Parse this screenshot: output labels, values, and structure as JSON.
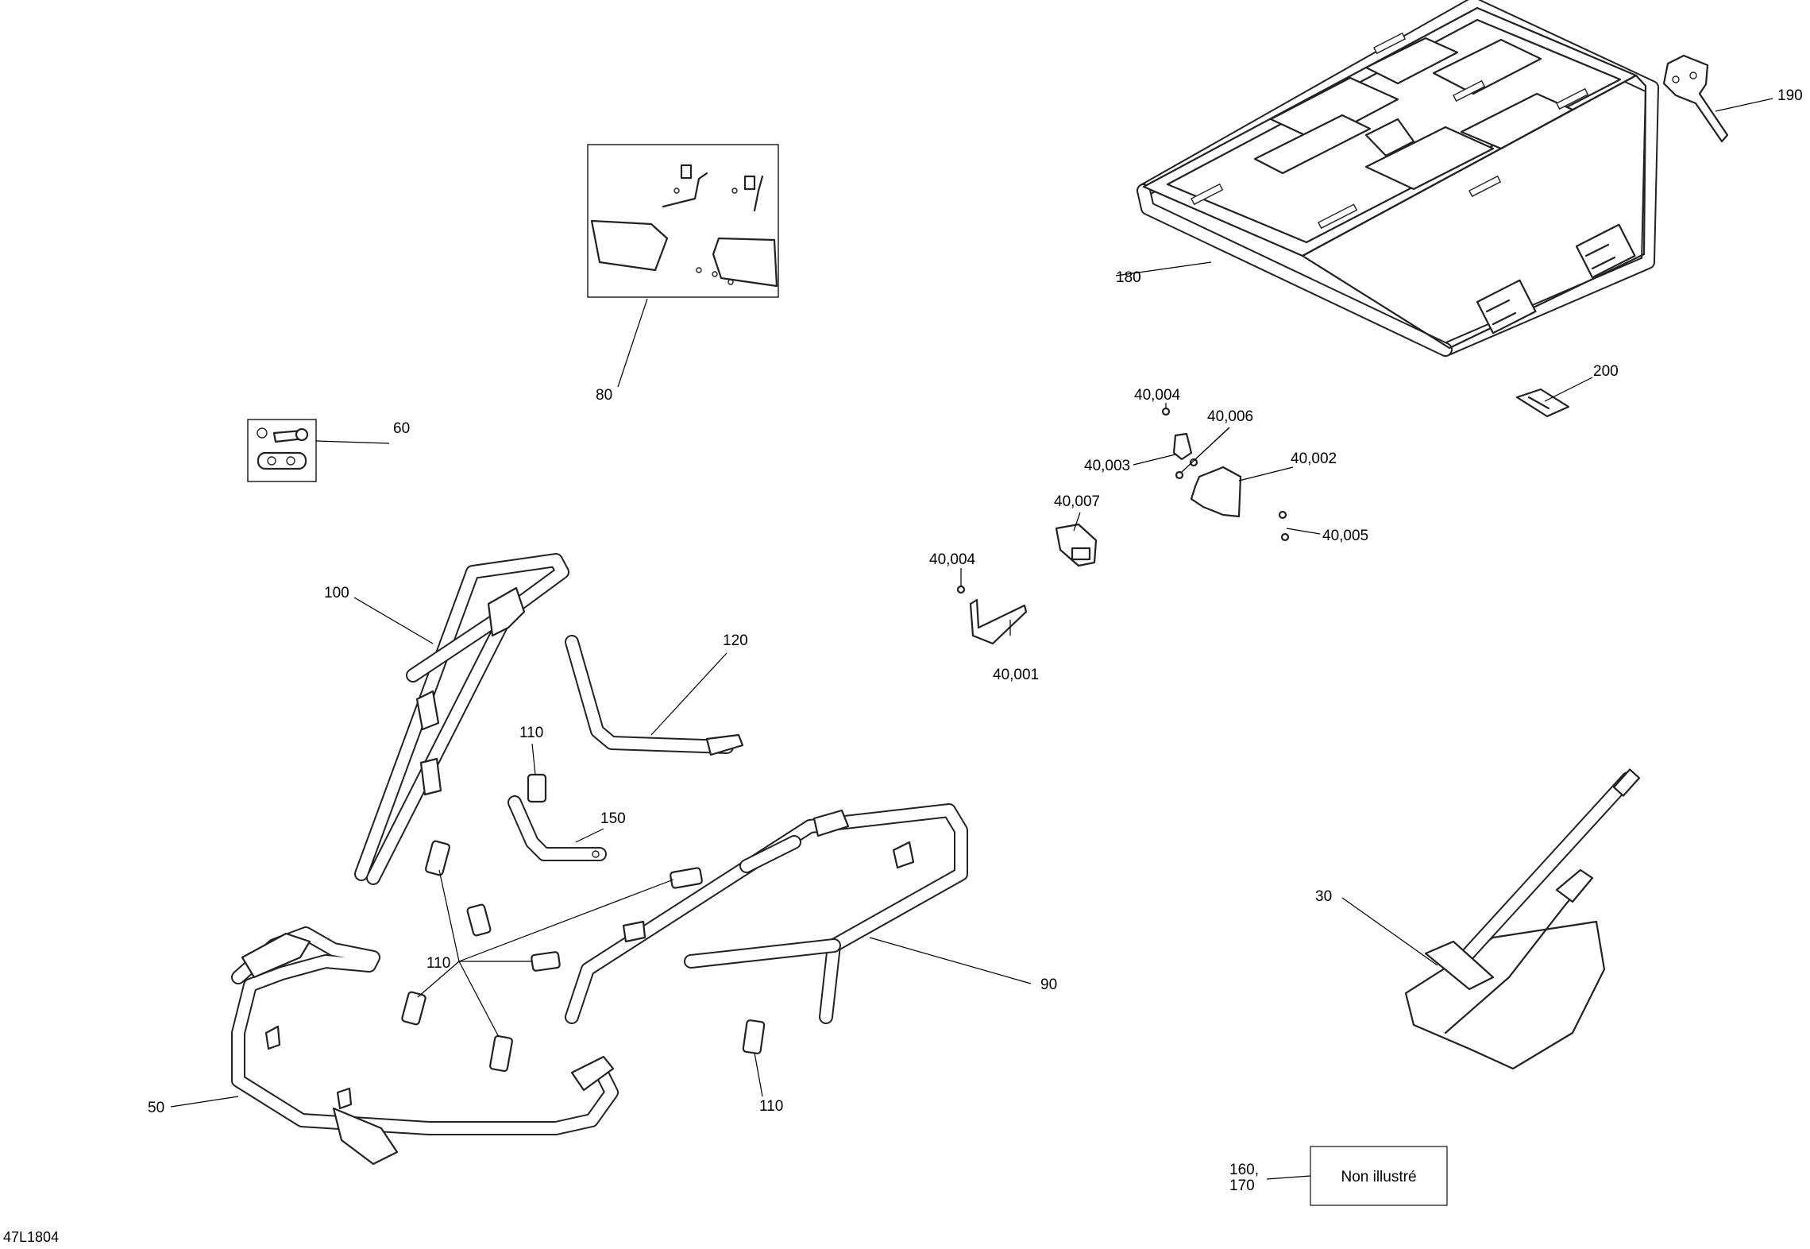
{
  "diagram_code": "47L1804",
  "note_box": {
    "label": "Non illustré"
  },
  "labels": {
    "l30": "30",
    "l50": "50",
    "l60": "60",
    "l80": "80",
    "l90": "90",
    "l100": "100",
    "l110a": "110",
    "l110b": "110",
    "l110c": "110",
    "l120": "120",
    "l150": "150",
    "l160": "160,",
    "l170": "170",
    "l180": "180",
    "l190": "190",
    "l200": "200",
    "l40001": "40,001",
    "l40002": "40,002",
    "l40003": "40,003",
    "l40004a": "40,004",
    "l40004b": "40,004",
    "l40005": "40,005",
    "l40006": "40,006",
    "l40007": "40,007"
  }
}
